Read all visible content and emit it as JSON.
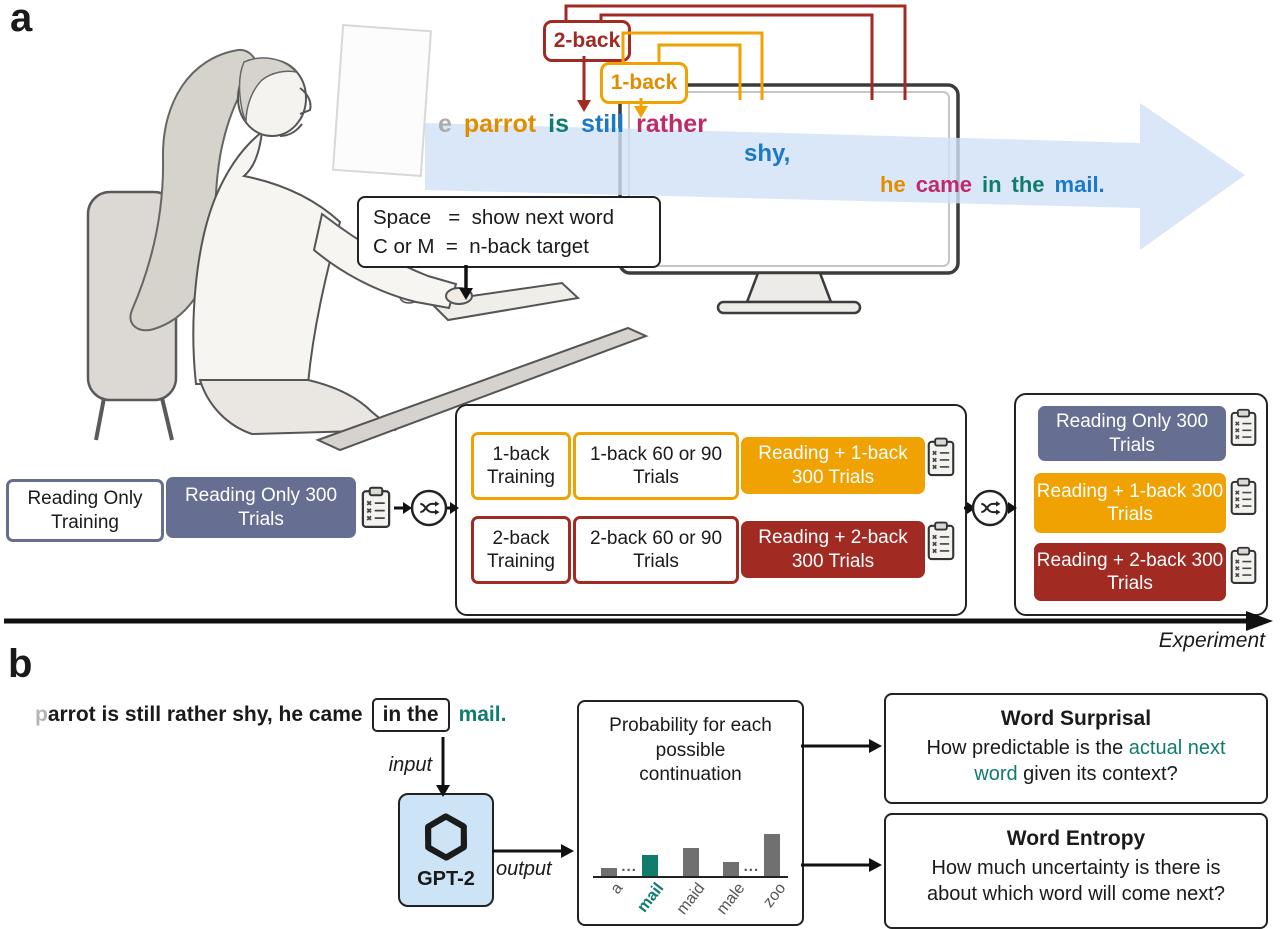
{
  "colors": {
    "orange": "#E08E00",
    "dark_red": "#A12A23",
    "slate": "#666E92",
    "teal": "#0F7C6E",
    "blue": "#1B79C8",
    "magenta": "#BE2A6A",
    "gray": "#ABABAB",
    "arrow_blue": "#CFE1F7",
    "gpt_box_blue": "#CDE4F7"
  },
  "panel_a": {
    "label": "a",
    "two_back_label": "2-back",
    "one_back_label": "1-back",
    "sentence_left": [
      {
        "text": "e",
        "color": "gray"
      },
      {
        "text": "parrot",
        "color": "orange"
      },
      {
        "text": "is",
        "color": "teal"
      },
      {
        "text": "still",
        "color": "blue"
      },
      {
        "text": "rather",
        "color": "magenta"
      }
    ],
    "monitor_word": [
      {
        "text": "shy,",
        "color": "blue"
      }
    ],
    "sentence_right": [
      {
        "text": "he",
        "color": "orange"
      },
      {
        "text": "came",
        "color": "magenta"
      },
      {
        "text": "in",
        "color": "teal"
      },
      {
        "text": "the",
        "color": "teal"
      },
      {
        "text": "mail.",
        "color": "blue"
      }
    ],
    "key_note_line1": "Space   =  show next word",
    "key_note_line2": "C or M  =  n-back target",
    "flow": {
      "reading_training": "Reading Only Training",
      "reading_block": "Reading Only 300 Trials",
      "one_back_training": "1-back Training",
      "one_back_trials": "1-back 60 or 90 Trials",
      "one_back_block": "Reading + 1-back 300 Trials",
      "two_back_training": "2-back Training",
      "two_back_trials": "2-back 60 or 90 Trials",
      "two_back_block": "Reading + 2-back 300 Trials",
      "final_reading_block": "Reading Only 300 Trials",
      "final_one_back_block": "Reading + 1-back 300 Trials",
      "final_two_back_block": "Reading + 2-back 300 Trials",
      "timeline_label": "Experiment"
    }
  },
  "panel_b": {
    "label": "b",
    "sentence_lead_faded": "p",
    "sentence_lead": "arrot is still rather shy, he came",
    "sentence_boxed": "in the",
    "sentence_target": "mail.",
    "input_label": "input",
    "output_label": "output",
    "model_label": "GPT-2",
    "probability_title": "Probability for each possible continuation",
    "surprisal": {
      "title": "Word Surprisal",
      "body_before": "How predictable is the ",
      "body_highlight": "actual next word",
      "body_after": " given its context?"
    },
    "entropy": {
      "title": "Word Entropy",
      "body": "How much uncertainty is there is about which word will come next?"
    }
  },
  "chart_data": {
    "type": "bar",
    "title": "Probability for each possible continuation",
    "categories": [
      "a",
      "mail",
      "maid",
      "male",
      "zoo"
    ],
    "values": [
      8,
      21,
      28,
      14,
      42
    ],
    "value_unit": "relative bar height (no numeric axis shown)",
    "highlight_category": "mail",
    "highlight_color": "#0F7C6E",
    "bar_color": "#707070",
    "dots_after_indices": [
      0,
      3
    ],
    "xlabel": "",
    "ylabel": "",
    "grid": false,
    "legend": false
  }
}
